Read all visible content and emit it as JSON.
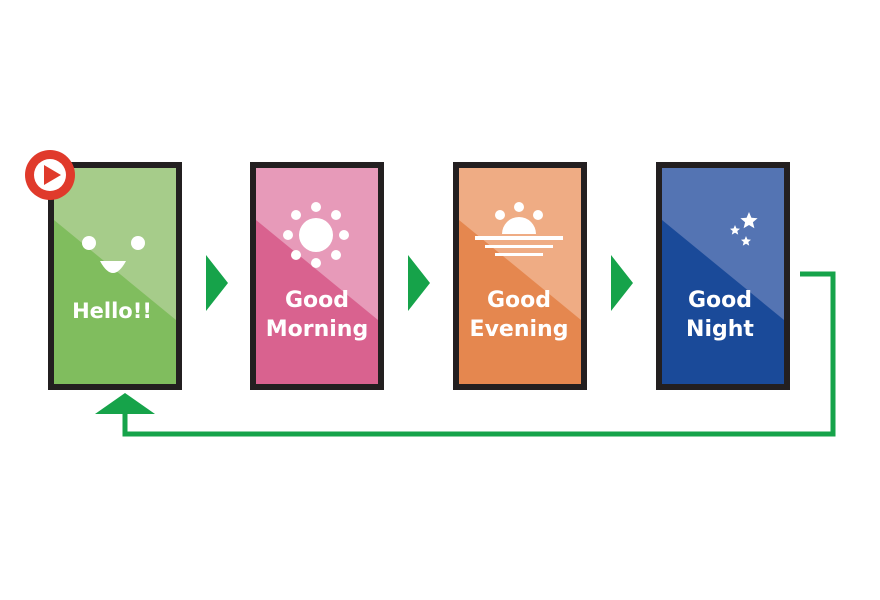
{
  "panels": [
    {
      "id": "hello",
      "lines": [
        "Hello!!"
      ],
      "icon": "smiley-face-icon",
      "colors": {
        "light": "#a6cc8a",
        "dark": "#80bd5e"
      }
    },
    {
      "id": "morning",
      "lines": [
        "Good",
        "Morning"
      ],
      "icon": "sun-icon",
      "colors": {
        "light": "#e79ab9",
        "dark": "#d9628f"
      }
    },
    {
      "id": "evening",
      "lines": [
        "Good",
        "Evening"
      ],
      "icon": "sunset-icon",
      "colors": {
        "light": "#efac84",
        "dark": "#e5874f"
      }
    },
    {
      "id": "night",
      "lines": [
        "Good",
        "Night"
      ],
      "icon": "moon-stars-icon",
      "colors": {
        "light": "#5474b3",
        "dark": "#1a4a99"
      }
    }
  ],
  "play_badge": {
    "icon": "play-icon",
    "color": "#e03a2b"
  },
  "connector_color": "#16a34a",
  "frame_color": "#231f20"
}
